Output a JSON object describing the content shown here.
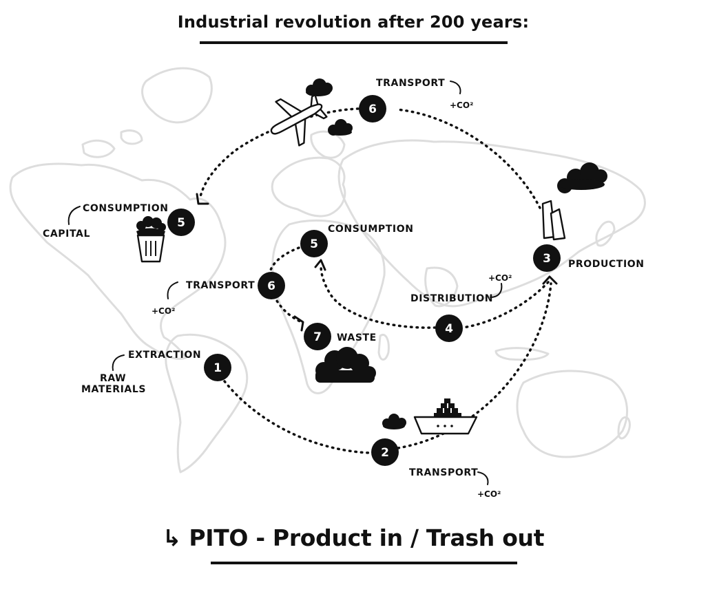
{
  "title": "Industrial revolution after 200 years:",
  "footer": {
    "arrow_glyph": "↳",
    "text": "PITO - Product in / Trash out"
  },
  "steps": [
    {
      "id": "extraction",
      "number": "1",
      "label": "EXTRACTION",
      "sublabel": "RAW MATERIALS",
      "sublabel_lines": [
        "RAW",
        "MATERIALS"
      ]
    },
    {
      "id": "transport-ship",
      "number": "2",
      "label": "TRANSPORT",
      "note": "+CO²"
    },
    {
      "id": "production",
      "number": "3",
      "label": "PRODUCTION"
    },
    {
      "id": "distribution",
      "number": "4",
      "label": "DISTRIBUTION",
      "note": "+CO²"
    },
    {
      "id": "consumption-inner",
      "number": "5",
      "label": "CONSUMPTION"
    },
    {
      "id": "transport-inner",
      "number": "6",
      "label": "TRANSPORT",
      "note": "+CO²"
    },
    {
      "id": "waste",
      "number": "7",
      "label": "WASTE"
    },
    {
      "id": "transport-plane",
      "number": "6",
      "label": "TRANSPORT",
      "note": "+CO²"
    },
    {
      "id": "consumption-capital",
      "number": "5",
      "label": "CONSUMPTION",
      "sublabel": "CAPITAL"
    }
  ],
  "icons": [
    "world-map",
    "airplane-icon",
    "cargo-ship-icon",
    "factory-icon",
    "trash-bin-icon",
    "pollution-cloud-icon",
    "waste-pile-icon"
  ],
  "colors": {
    "ink": "#111111",
    "map": "#dddddd",
    "background": "#ffffff"
  }
}
